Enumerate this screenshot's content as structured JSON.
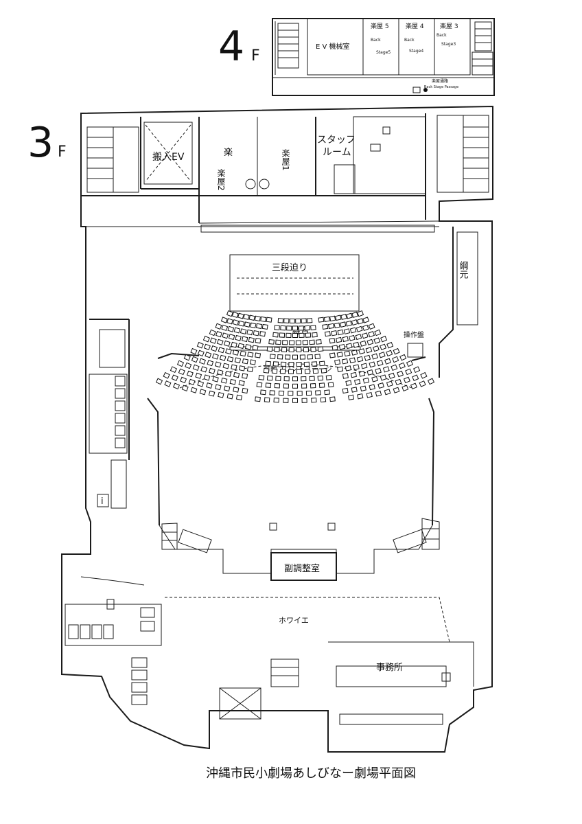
{
  "floor4": {
    "floor_number": "4",
    "floor_suffix": "F",
    "ev_machine_room": "E V 機械室",
    "green_room_5": {
      "label": "楽屋 5",
      "en1": "Back",
      "en2": "Stage5"
    },
    "green_room_4": {
      "label": "楽屋 4",
      "en1": "Back",
      "en2": "Stage4"
    },
    "green_room_3": {
      "label": "楽屋 3",
      "en1": "Back",
      "en2": "Stage3"
    },
    "backstage_passage": {
      "label": "楽屋通路",
      "en": "Back Stage Passage"
    }
  },
  "floor3": {
    "floor_number": "3",
    "floor_suffix": "F",
    "freight_elevator": "搬入EV",
    "green_room_2": "楽屋2",
    "green_room_1": "楽屋1",
    "staff_room_line1": "スタッフ",
    "staff_room_line2": "ルーム",
    "three_stage_lift": "三段迫り",
    "fly_gallery": "綱元",
    "stage": "舞台",
    "control_panel": "操作盤",
    "movable_front_stage": "可動フロントステージ",
    "sub_control_room": "副調整室",
    "foyer": "ホワイエ",
    "office": "事務所",
    "info_icon": "i"
  },
  "caption": "沖縄市民小劇場あしびなー劇場平面図",
  "colors": {
    "line": "#1a1a1a",
    "background": "#ffffff"
  }
}
